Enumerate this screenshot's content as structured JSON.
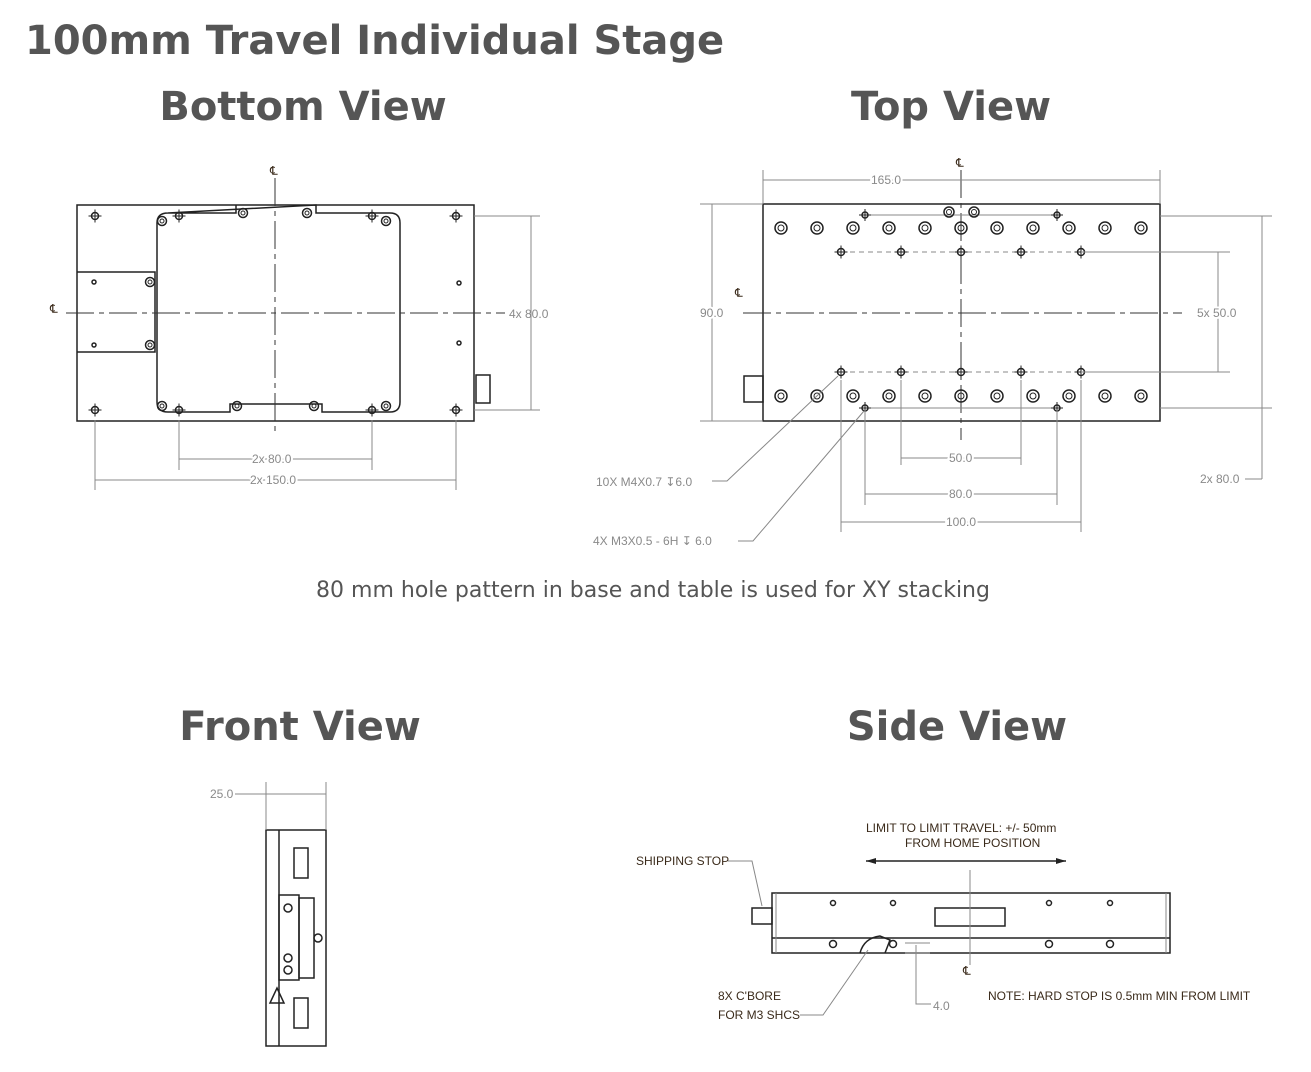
{
  "title": "100mm Travel Individual Stage",
  "views": {
    "bottom": {
      "title": "Bottom View",
      "dims": {
        "width_80": "4x 80.0",
        "pattern_80": "2x 80.0",
        "pattern_150": "2x 150.0"
      },
      "centerline": "℄"
    },
    "top": {
      "title": "Top View",
      "dims": {
        "length": "165.0",
        "height": "90.0",
        "rows": "5x 50.0",
        "d50": "50.0",
        "d80": "80.0",
        "d100": "100.0",
        "side80": "2x 80.0",
        "hole_m4": "10X M4X0.7 ↧6.0",
        "hole_m3": "4X M3X0.5 - 6H ↧ 6.0"
      },
      "centerline": "℄"
    },
    "front": {
      "title": "Front View",
      "dims": {
        "width": "25.0"
      }
    },
    "side": {
      "title": "Side View",
      "travel_line1": "LIMIT TO LIMIT TRAVEL: +/- 50mm",
      "travel_line2": "FROM HOME POSITION",
      "shipping_stop": "SHIPPING STOP",
      "cbore_line1": "8X C'BORE",
      "cbore_line2": "FOR M3 SHCS",
      "offset": "4.0",
      "note": "NOTE: HARD STOP IS 0.5mm MIN FROM LIMIT",
      "centerline": "℄"
    }
  },
  "caption": "80 mm hole pattern in base and table is used for XY stacking"
}
